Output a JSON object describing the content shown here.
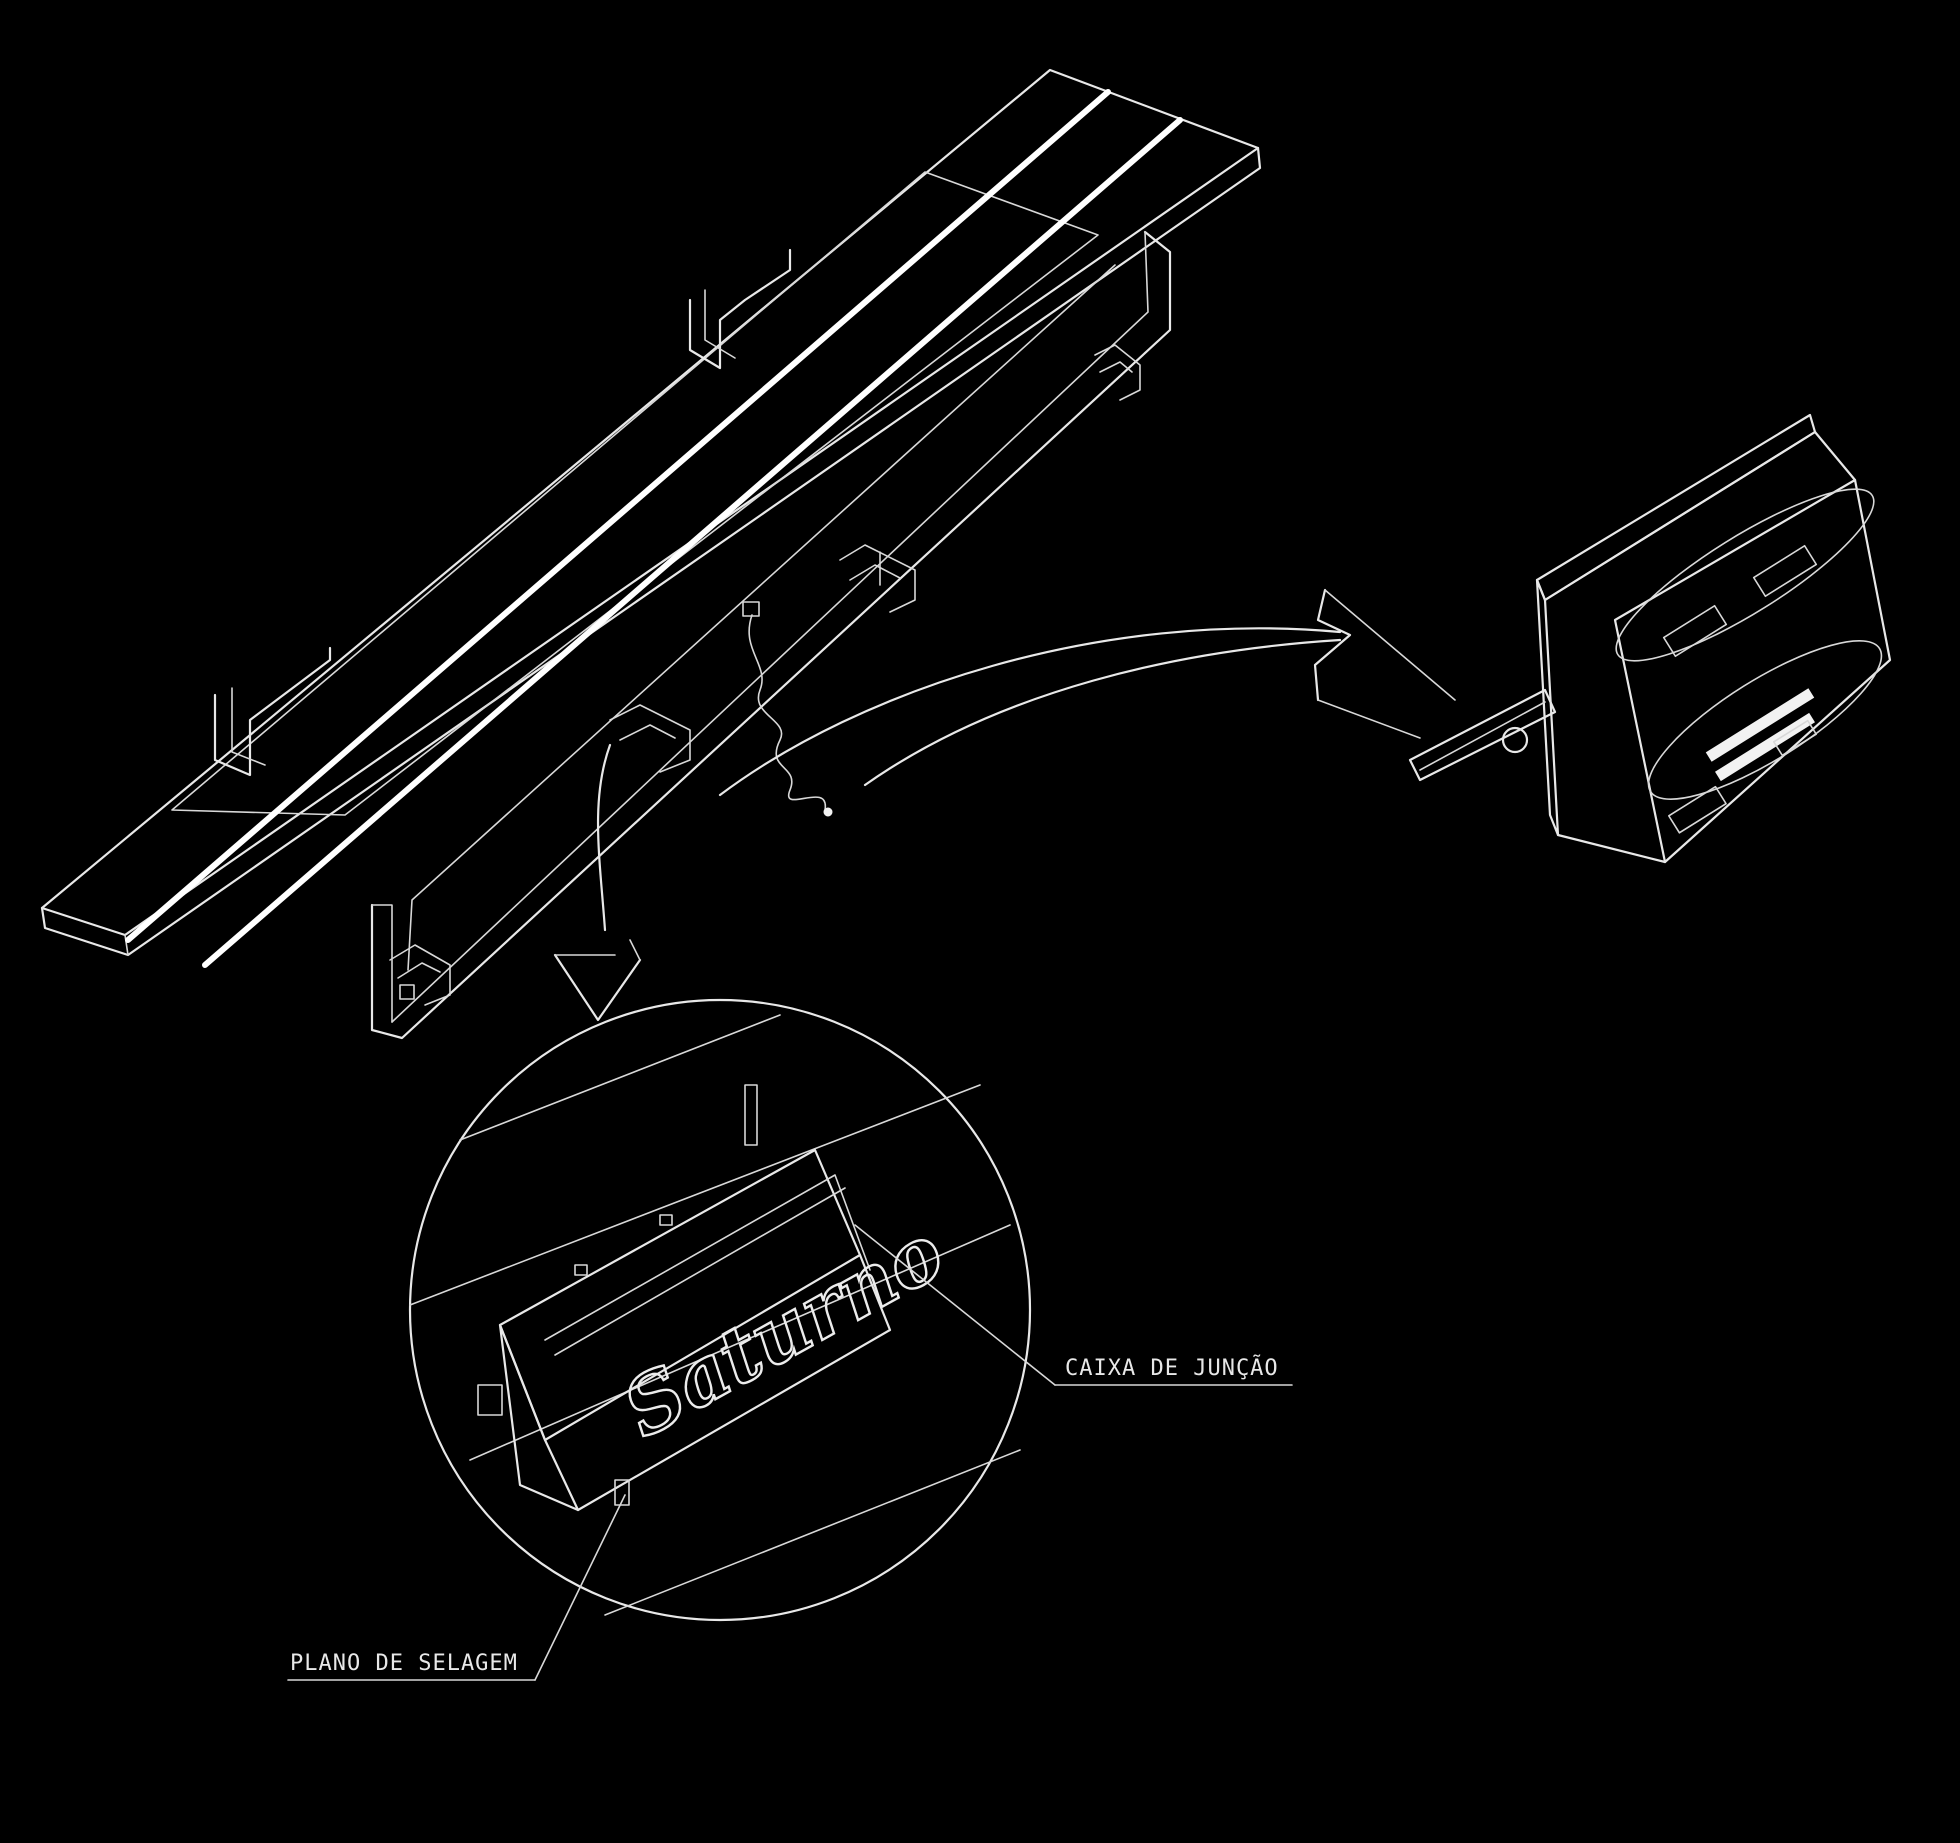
{
  "labels": {
    "junction_box": "CAIXA DE JUNÇÃO",
    "sealing_plane": "PLANO DE SELAGEM",
    "brand": "Saturno"
  },
  "colors": {
    "background": "#000000",
    "line": "#e8e8e8"
  }
}
